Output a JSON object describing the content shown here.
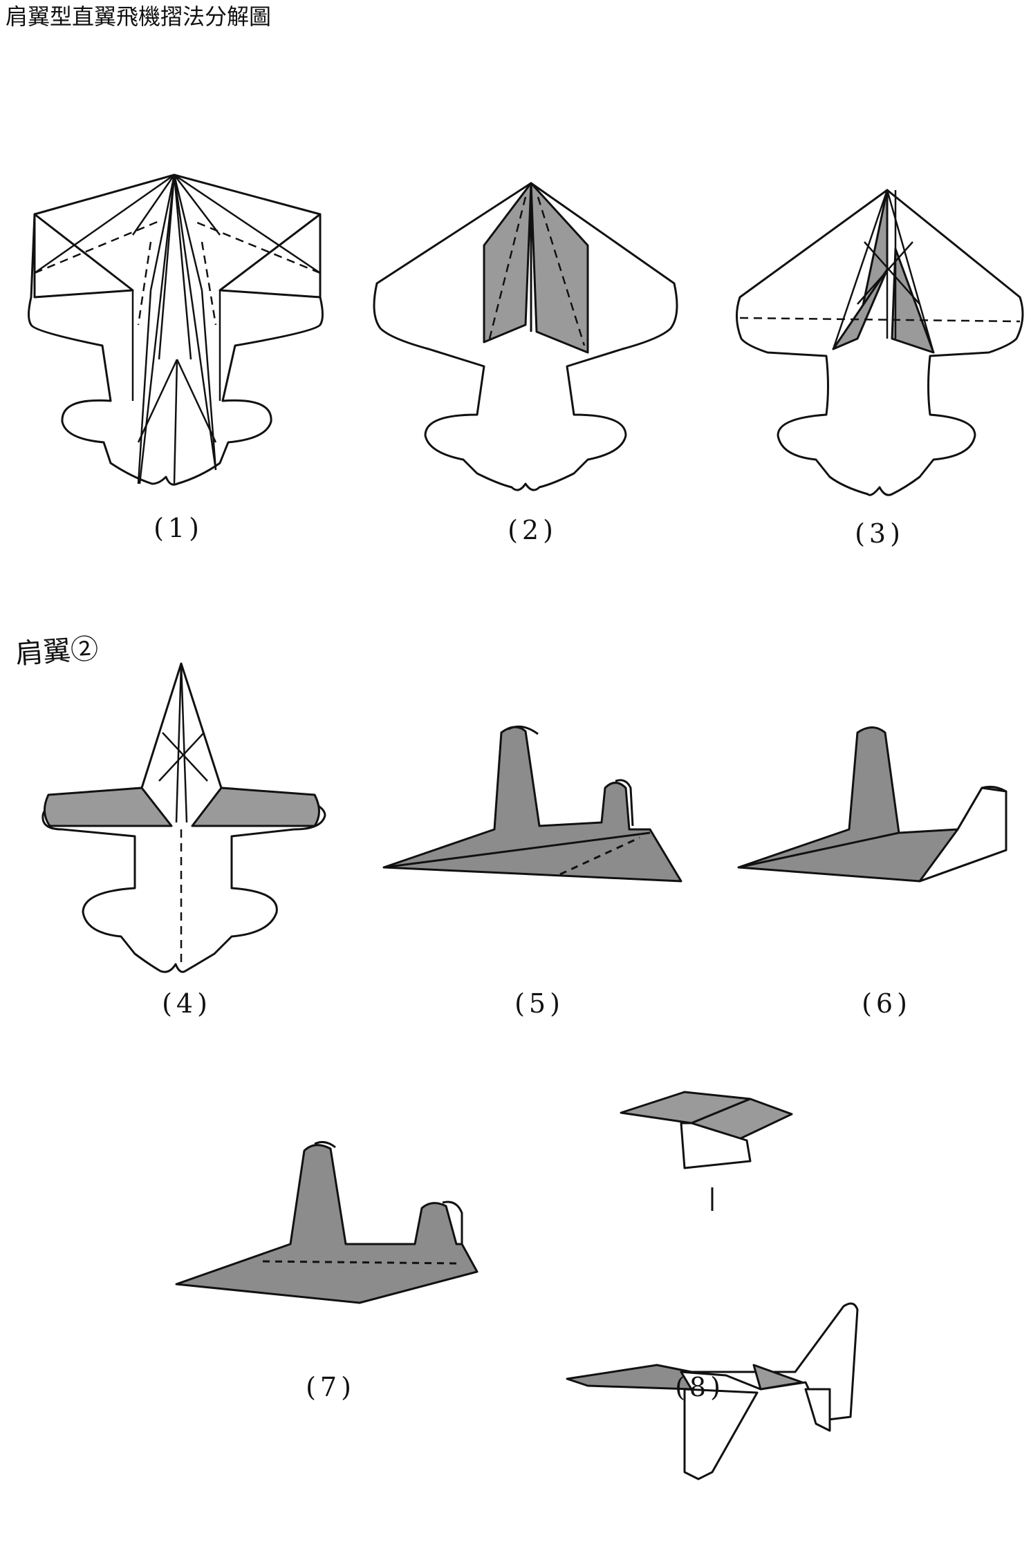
{
  "title": "肩翼型直翼飛機摺法分解圖",
  "handwritten_note": "肩翼②",
  "steps": [
    {
      "label": "(1)"
    },
    {
      "label": "(2)"
    },
    {
      "label": "(3)"
    },
    {
      "label": "(4)"
    },
    {
      "label": "(5)"
    },
    {
      "label": "(6)"
    },
    {
      "label": "(7)"
    },
    {
      "label": "(8)"
    }
  ],
  "colors": {
    "line": "#111111",
    "shade": "#9a9a9a",
    "paper": "#ffffff"
  }
}
